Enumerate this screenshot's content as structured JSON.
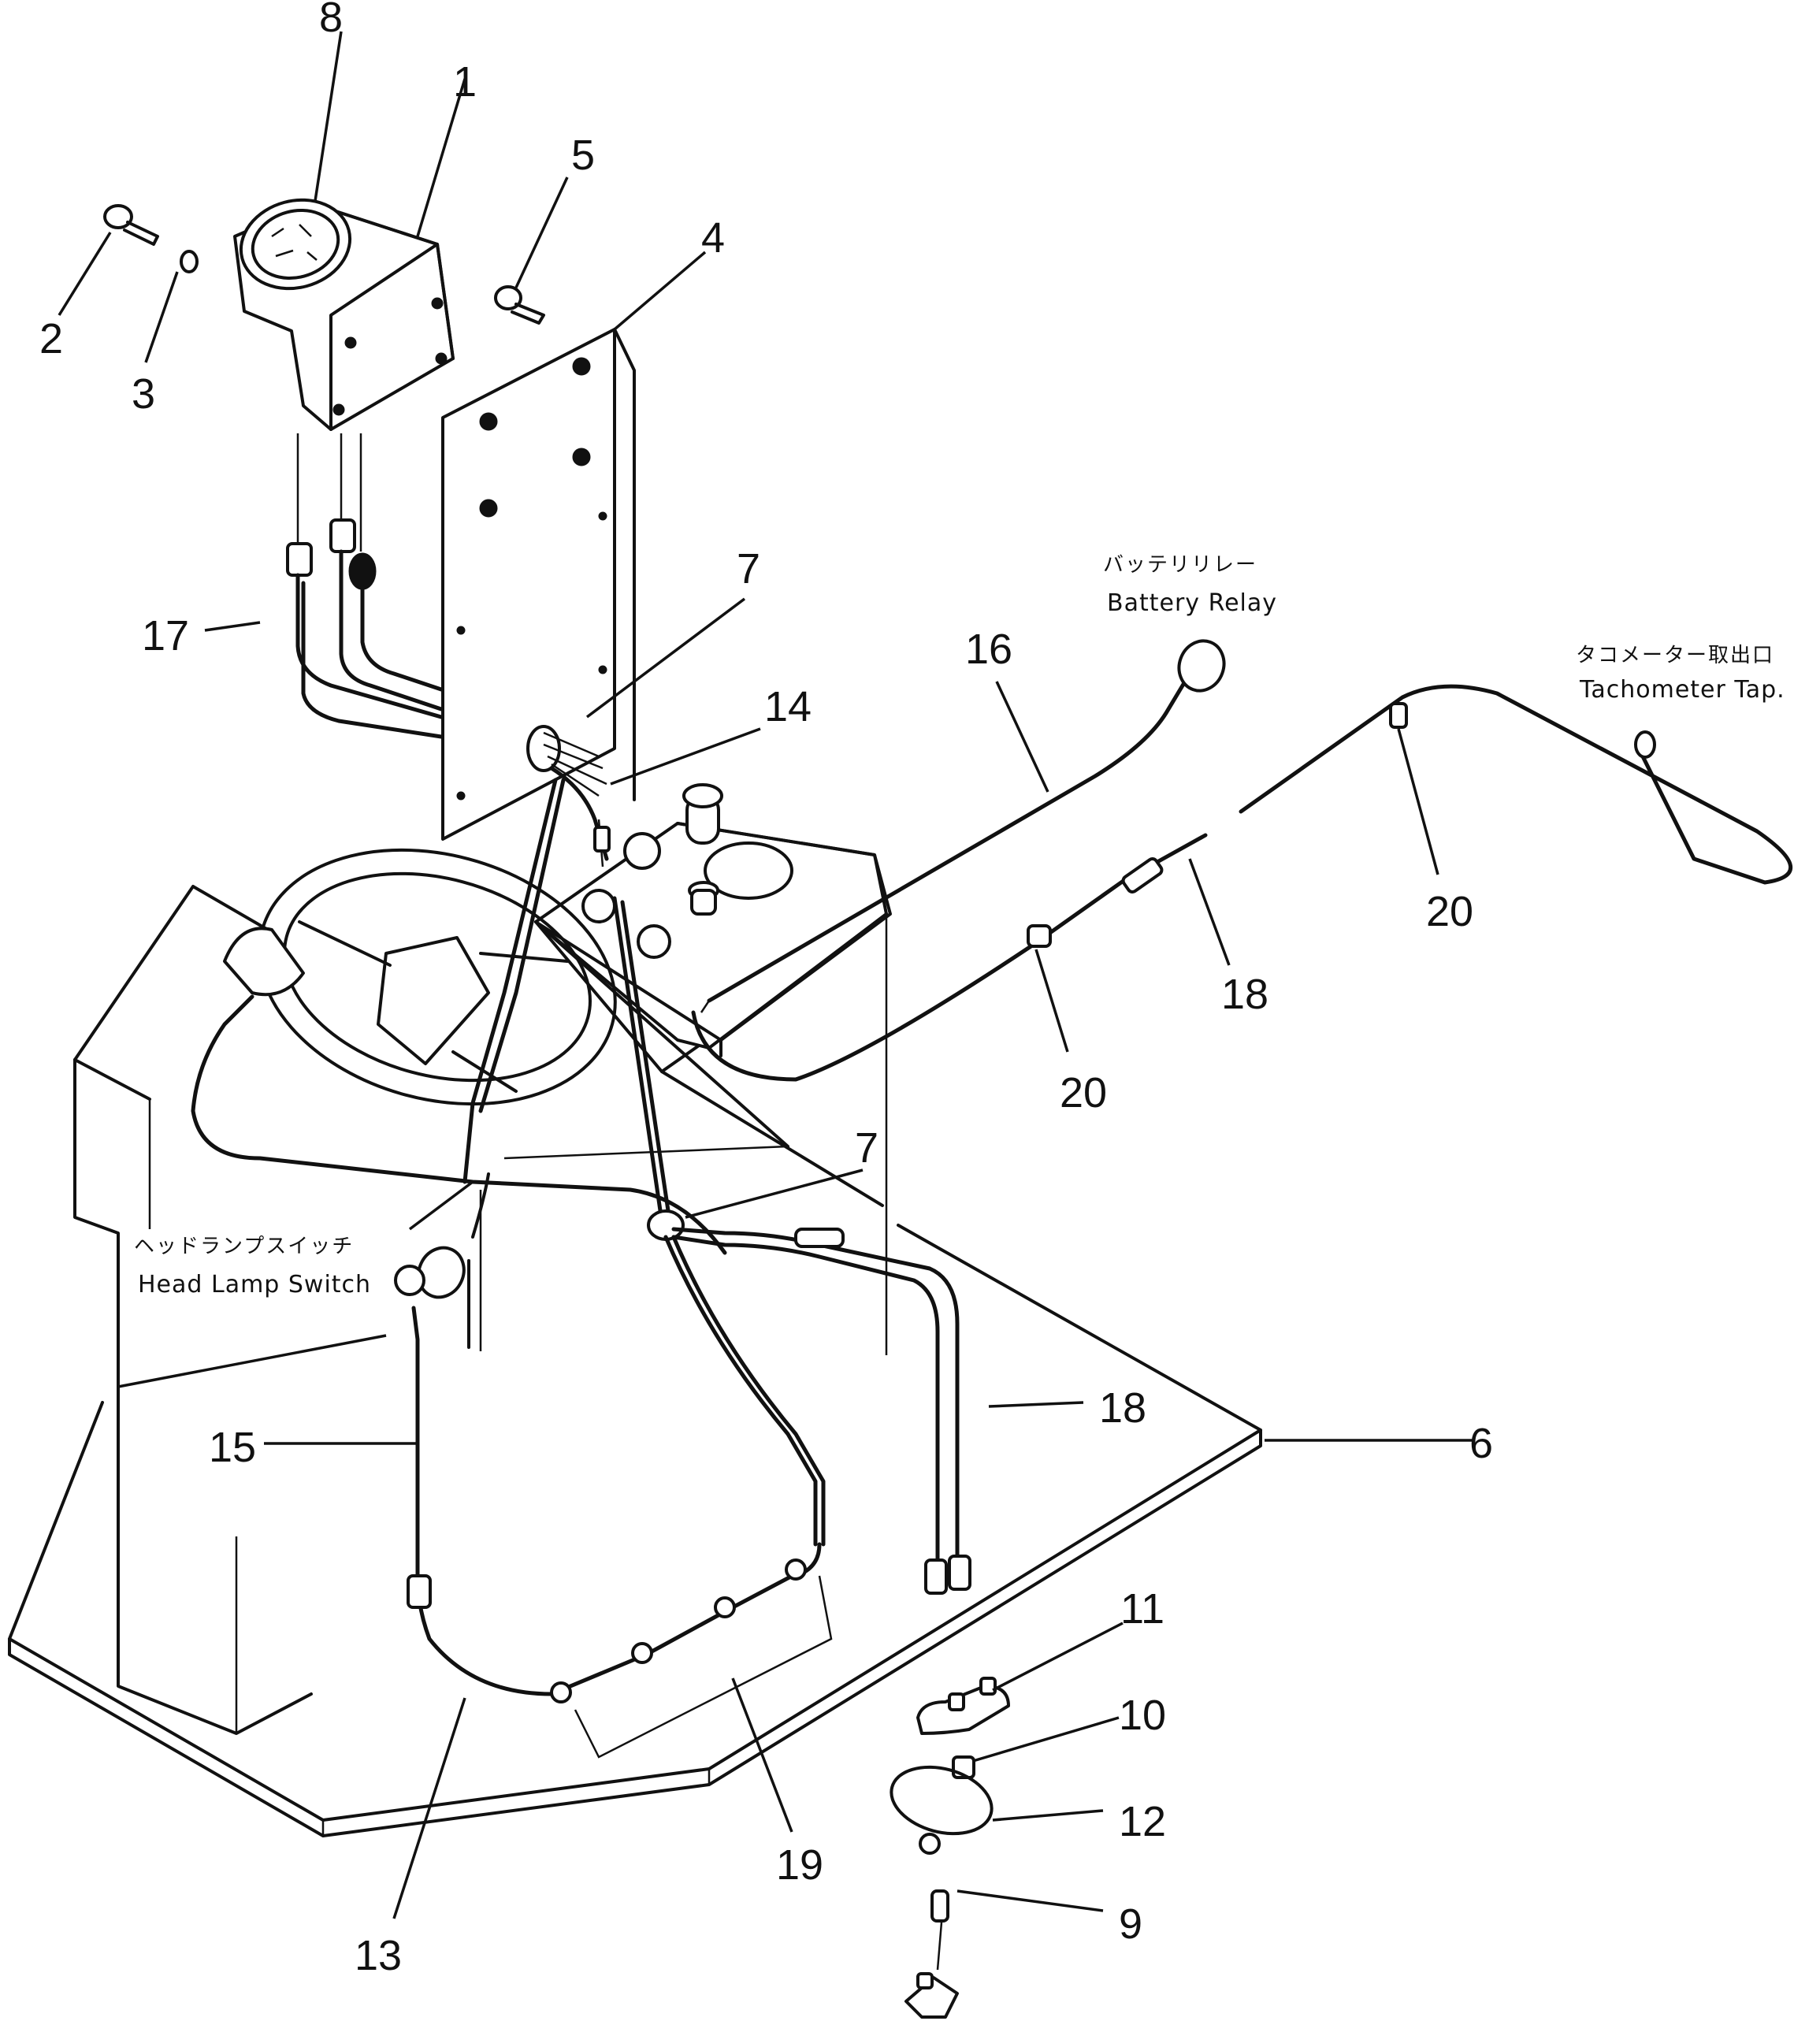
{
  "labels": {
    "battery_relay_jp": "バッテリリレー",
    "battery_relay_en": "Battery Relay",
    "tachometer_jp": "タコメーター取出口",
    "tachometer_en": "Tachometer Tap.",
    "head_lamp_jp": "ヘッドランプスイッチ",
    "head_lamp_en": "Head Lamp Switch"
  },
  "callouts": [
    "8",
    "1",
    "5",
    "4",
    "2",
    "3",
    "7",
    "14",
    "17",
    "16",
    "20",
    "18",
    "20",
    "7",
    "18",
    "6",
    "15",
    "11",
    "10",
    "12",
    "9",
    "19",
    "13"
  ]
}
